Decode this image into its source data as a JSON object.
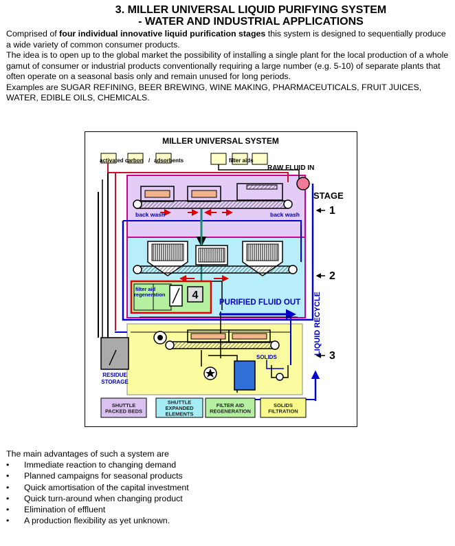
{
  "title_line1": "3.  MILLER UNIVERSAL LIQUID PURIFYING SYSTEM",
  "title_line2": "- WATER AND INDUSTRIAL APPLICATIONS",
  "intro": {
    "p1_pre": "Comprised of ",
    "p1_bold": "four individual innovative liquid purification stages",
    "p1_post": " this system is designed to sequentially produce a wide variety of common consumer products.",
    "p2": "The idea is to open up to the global market the possibility of installing a single plant for the local production of a whole gamut of consumer or industrial products conventionally requiring a large number (e.g. 5-10) of separate plants that often operate on a seasonal basis only and remain unused for long periods.",
    "p3": "Examples are SUGAR REFINING, BEER BREWING, WINE MAKING, PHARMACEUTICALS, FRUIT JUICES, WATER, EDIBLE OILS, CHEMICALS."
  },
  "diagram": {
    "title": "MILLER UNIVERSAL SYSTEM",
    "activated_carbon": "activated carbon",
    "slash": "/",
    "adsorbents": "adsorbents",
    "filter_aids": "filter aids",
    "raw_fluid_in": "RAW FLUID IN",
    "stage": "STAGE",
    "stage1": "1",
    "stage2": "2",
    "stage3": "3",
    "back_wash_left": "back wash",
    "back_wash_right": "back wash",
    "filter_aid_regen_1": "filter aid",
    "filter_aid_regen_2": "regeneration",
    "box4": "4",
    "purified_fluid_out": "PURIFIED FLUID OUT",
    "liquid_recycle": "LIQUID RECYCLE",
    "solids": "SOLIDS",
    "residue": "RESIDUE",
    "storage": "STORAGE",
    "legend": [
      {
        "l1": "SHUTTLE",
        "l2": "PACKED BEDS",
        "l3": "",
        "color": "#d9c1f0"
      },
      {
        "l1": "SHUTTLE",
        "l2": "EXPANDED",
        "l3": "ELEMENTS",
        "color": "#a6ecf5"
      },
      {
        "l1": "FILTER AID",
        "l2": "REGENERATION",
        "l3": "",
        "color": "#b4f0a0"
      },
      {
        "l1": "SOLIDS",
        "l2": "FILTRATION",
        "l3": "",
        "color": "#fafa8c"
      }
    ]
  },
  "advantages": {
    "heading": "The main advantages of such a system are",
    "items": [
      "Immediate reaction to changing demand",
      "Planned campaigns for seasonal products",
      "Quick amortisation of the capital investment",
      "Quick turn-around when changing product",
      "Elimination of effluent",
      "A production flexibility as yet unknown."
    ]
  }
}
